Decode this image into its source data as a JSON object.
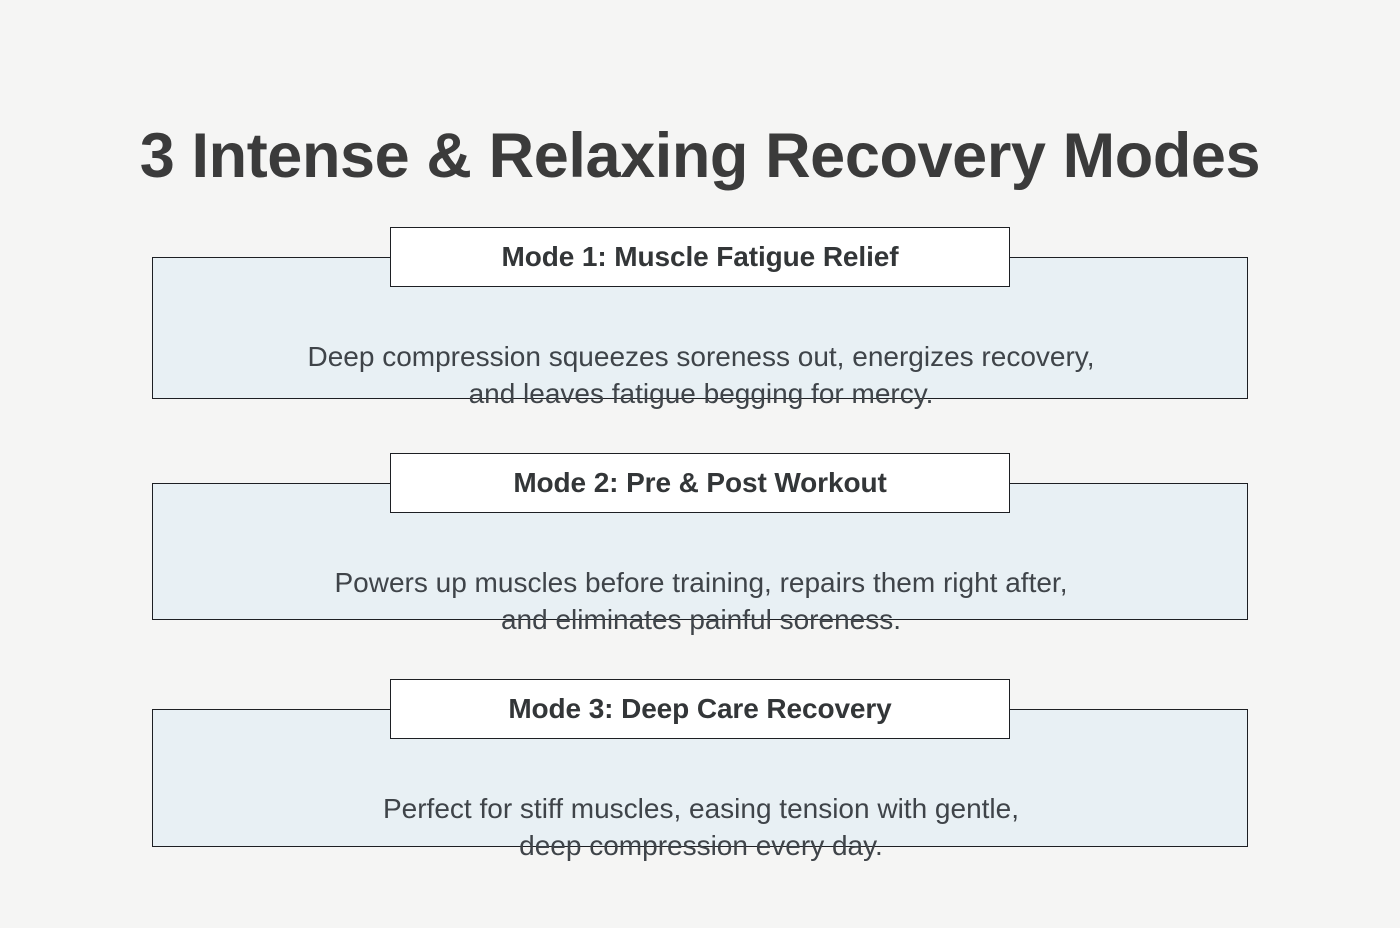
{
  "page": {
    "title": "3 Intense & Relaxing Recovery Modes",
    "background_color": "#f5f5f4",
    "title_color": "#3b3b3b",
    "panel_fill_color": "#e8f0f4",
    "panel_border_color": "#1d1f23",
    "header_box_fill_color": "#ffffff",
    "body_text_color": "#3f4449"
  },
  "modes": [
    {
      "header": "Mode 1: Muscle Fatigue Relief",
      "body_line_1": "Deep compression squeezes soreness out, energizes recovery,",
      "body_line_2": "and leaves fatigue begging for mercy."
    },
    {
      "header": "Mode 2: Pre & Post Workout",
      "body_line_1": "Powers up muscles before training, repairs them right after,",
      "body_line_2": "and eliminates painful soreness."
    },
    {
      "header": "Mode 3: Deep Care Recovery",
      "body_line_1": "Perfect for stiff muscles, easing tension with gentle,",
      "body_line_2": "deep compression every day."
    }
  ]
}
